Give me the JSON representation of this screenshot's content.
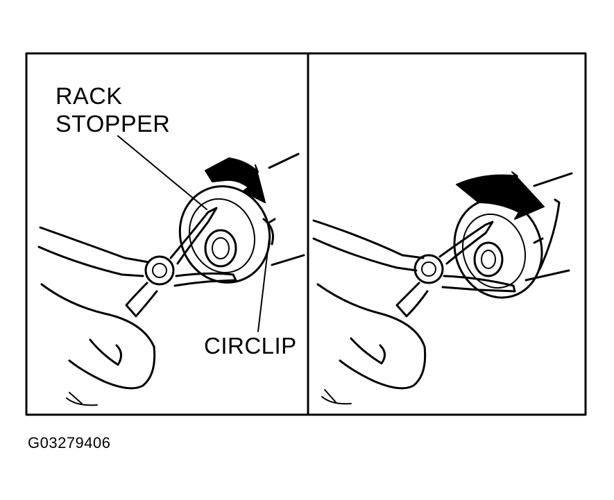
{
  "labels": {
    "rack_line1": "RACK",
    "rack_line2": "STOPPER",
    "circlip": "CIRCLIP",
    "figure_code": "G03279406"
  },
  "colors": {
    "ink": "#000000",
    "paper": "#ffffff"
  }
}
